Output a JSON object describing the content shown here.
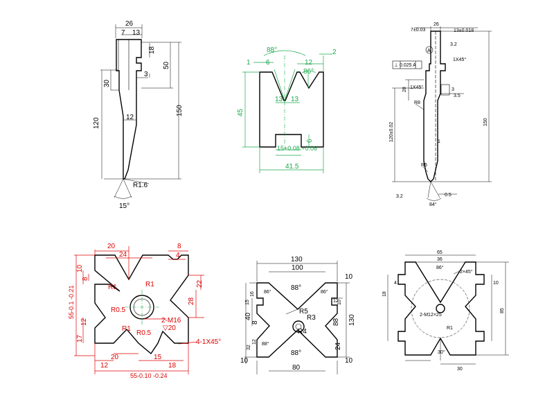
{
  "drawing1": {
    "d26": "26",
    "d7": "7",
    "d13": "13",
    "d18": "18",
    "d50": "50",
    "d3": "3",
    "d30": "30",
    "d12": "12",
    "d120": "120",
    "d150": "150",
    "r16": "R1.6",
    "a15": "15°"
  },
  "drawing2": {
    "a88": "88°",
    "d2": "2",
    "d1": "1",
    "d6": "6",
    "d12": "12",
    "a86": "86°",
    "d13a": "13",
    "d13b": "13",
    "d45": "45",
    "d6b": "6",
    "tol": "15+0.08\n+0.06",
    "d415": "41.5"
  },
  "drawing3": {
    "d7": "7±0.03",
    "d26": "26",
    "d13": "13±0.018",
    "la": "A",
    "perp": "⊥ 0.025 A",
    "ch": "1X45°",
    "d32": "3.2",
    "d28": "28",
    "d3": "3",
    "d35": "3.5",
    "d120": "120±0.02",
    "d150": "150",
    "d1": "1",
    "r8": "R8",
    "r6": "R6",
    "d05": "0.5",
    "a84": "84°"
  },
  "drawing4": {
    "d20": "20",
    "d8": "8",
    "d24": "24",
    "d4": "4",
    "d10": "10",
    "d8b": "8",
    "r1a": "R1",
    "r1b": "R1",
    "d22": "22",
    "d28": "28",
    "d55a": "55-0.1\n  -0.21",
    "r05a": "R0.5",
    "m16": "2-M16",
    "d20b": "▽20",
    "r1c": "R1",
    "r05b": "R0.5",
    "d12": "12",
    "d17": "17",
    "d12b": "12",
    "d20c": "20",
    "d15": "15",
    "d18": "18",
    "d55b": "55-0.10\n   -0.24",
    "ch": "4-1X45°"
  },
  "drawing5": {
    "d130": "130",
    "d100": "100",
    "a88a": "88°",
    "d10": "10",
    "d16": "16",
    "d15": "15",
    "a86a": "86°",
    "a86b": "86°",
    "d40": "40",
    "r5": "R5",
    "r3": "R3",
    "d12a": "12",
    "d10b": "10",
    "d8a": "8",
    "d130b": "130",
    "d88": "88",
    "r4": "R4",
    "d32": "32",
    "d12b": "12",
    "a88b": "88°",
    "a88c": "88°",
    "d24": "24",
    "d10c": "10",
    "d10d": "10",
    "d80": "80"
  },
  "drawing6": {
    "d65": "65",
    "d36": "36",
    "a86": "86°",
    "ch": "2×45°",
    "d18": "18",
    "d4": "4",
    "m12": "2-M12×25",
    "d85": "85",
    "d10": "10",
    "d30": "30",
    "r1": "R1",
    "a30": "30°"
  }
}
